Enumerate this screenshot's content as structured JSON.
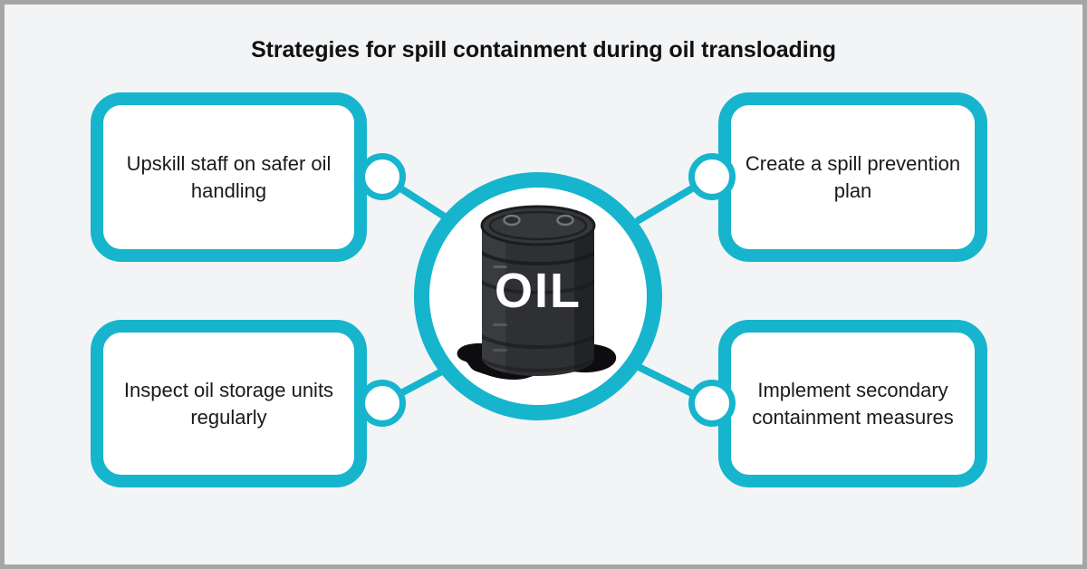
{
  "page": {
    "title": "Strategies for spill containment during oil transloading",
    "background_color": "#f3f4f6",
    "frame_color": "#a6a6a6",
    "accent_color": "#16b5cd",
    "text_color": "#1a1a1a"
  },
  "center": {
    "icon_name": "oil-barrel-spill-illustration",
    "barrel_label": "OIL",
    "barrel_color": "#2e3033",
    "spill_color": "#0d0d0f"
  },
  "nodes": [
    {
      "id": "top-left",
      "label": "Upskill staff on safer oil handling",
      "position": "top-left"
    },
    {
      "id": "top-right",
      "label": "Create a spill prevention plan",
      "position": "top-right"
    },
    {
      "id": "bottom-left",
      "label": "Inspect oil storage units regularly",
      "position": "bottom-left"
    },
    {
      "id": "bottom-right",
      "label": "Implement secondary containment measures",
      "position": "bottom-right"
    }
  ]
}
